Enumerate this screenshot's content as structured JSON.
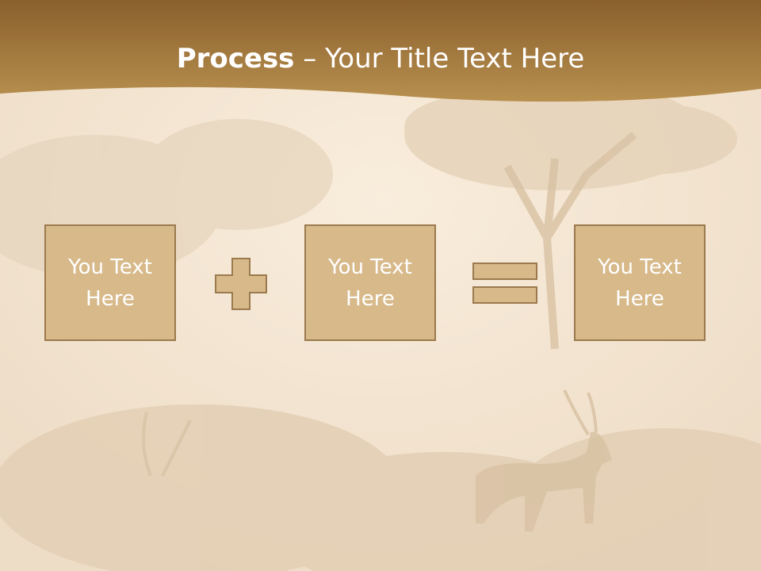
{
  "slide": {
    "title_bold": "Process",
    "title_rest": " – Your Title Text Here",
    "boxes": [
      {
        "text": "You Text Here"
      },
      {
        "text": "You Text Here"
      },
      {
        "text": "You Text Here"
      }
    ],
    "operators": [
      "plus-icon",
      "equals-icon"
    ]
  },
  "colors": {
    "header": "#b08441",
    "box_fill": "#d7b98a",
    "box_border": "#9b7a4e",
    "text": "#ffffff"
  }
}
